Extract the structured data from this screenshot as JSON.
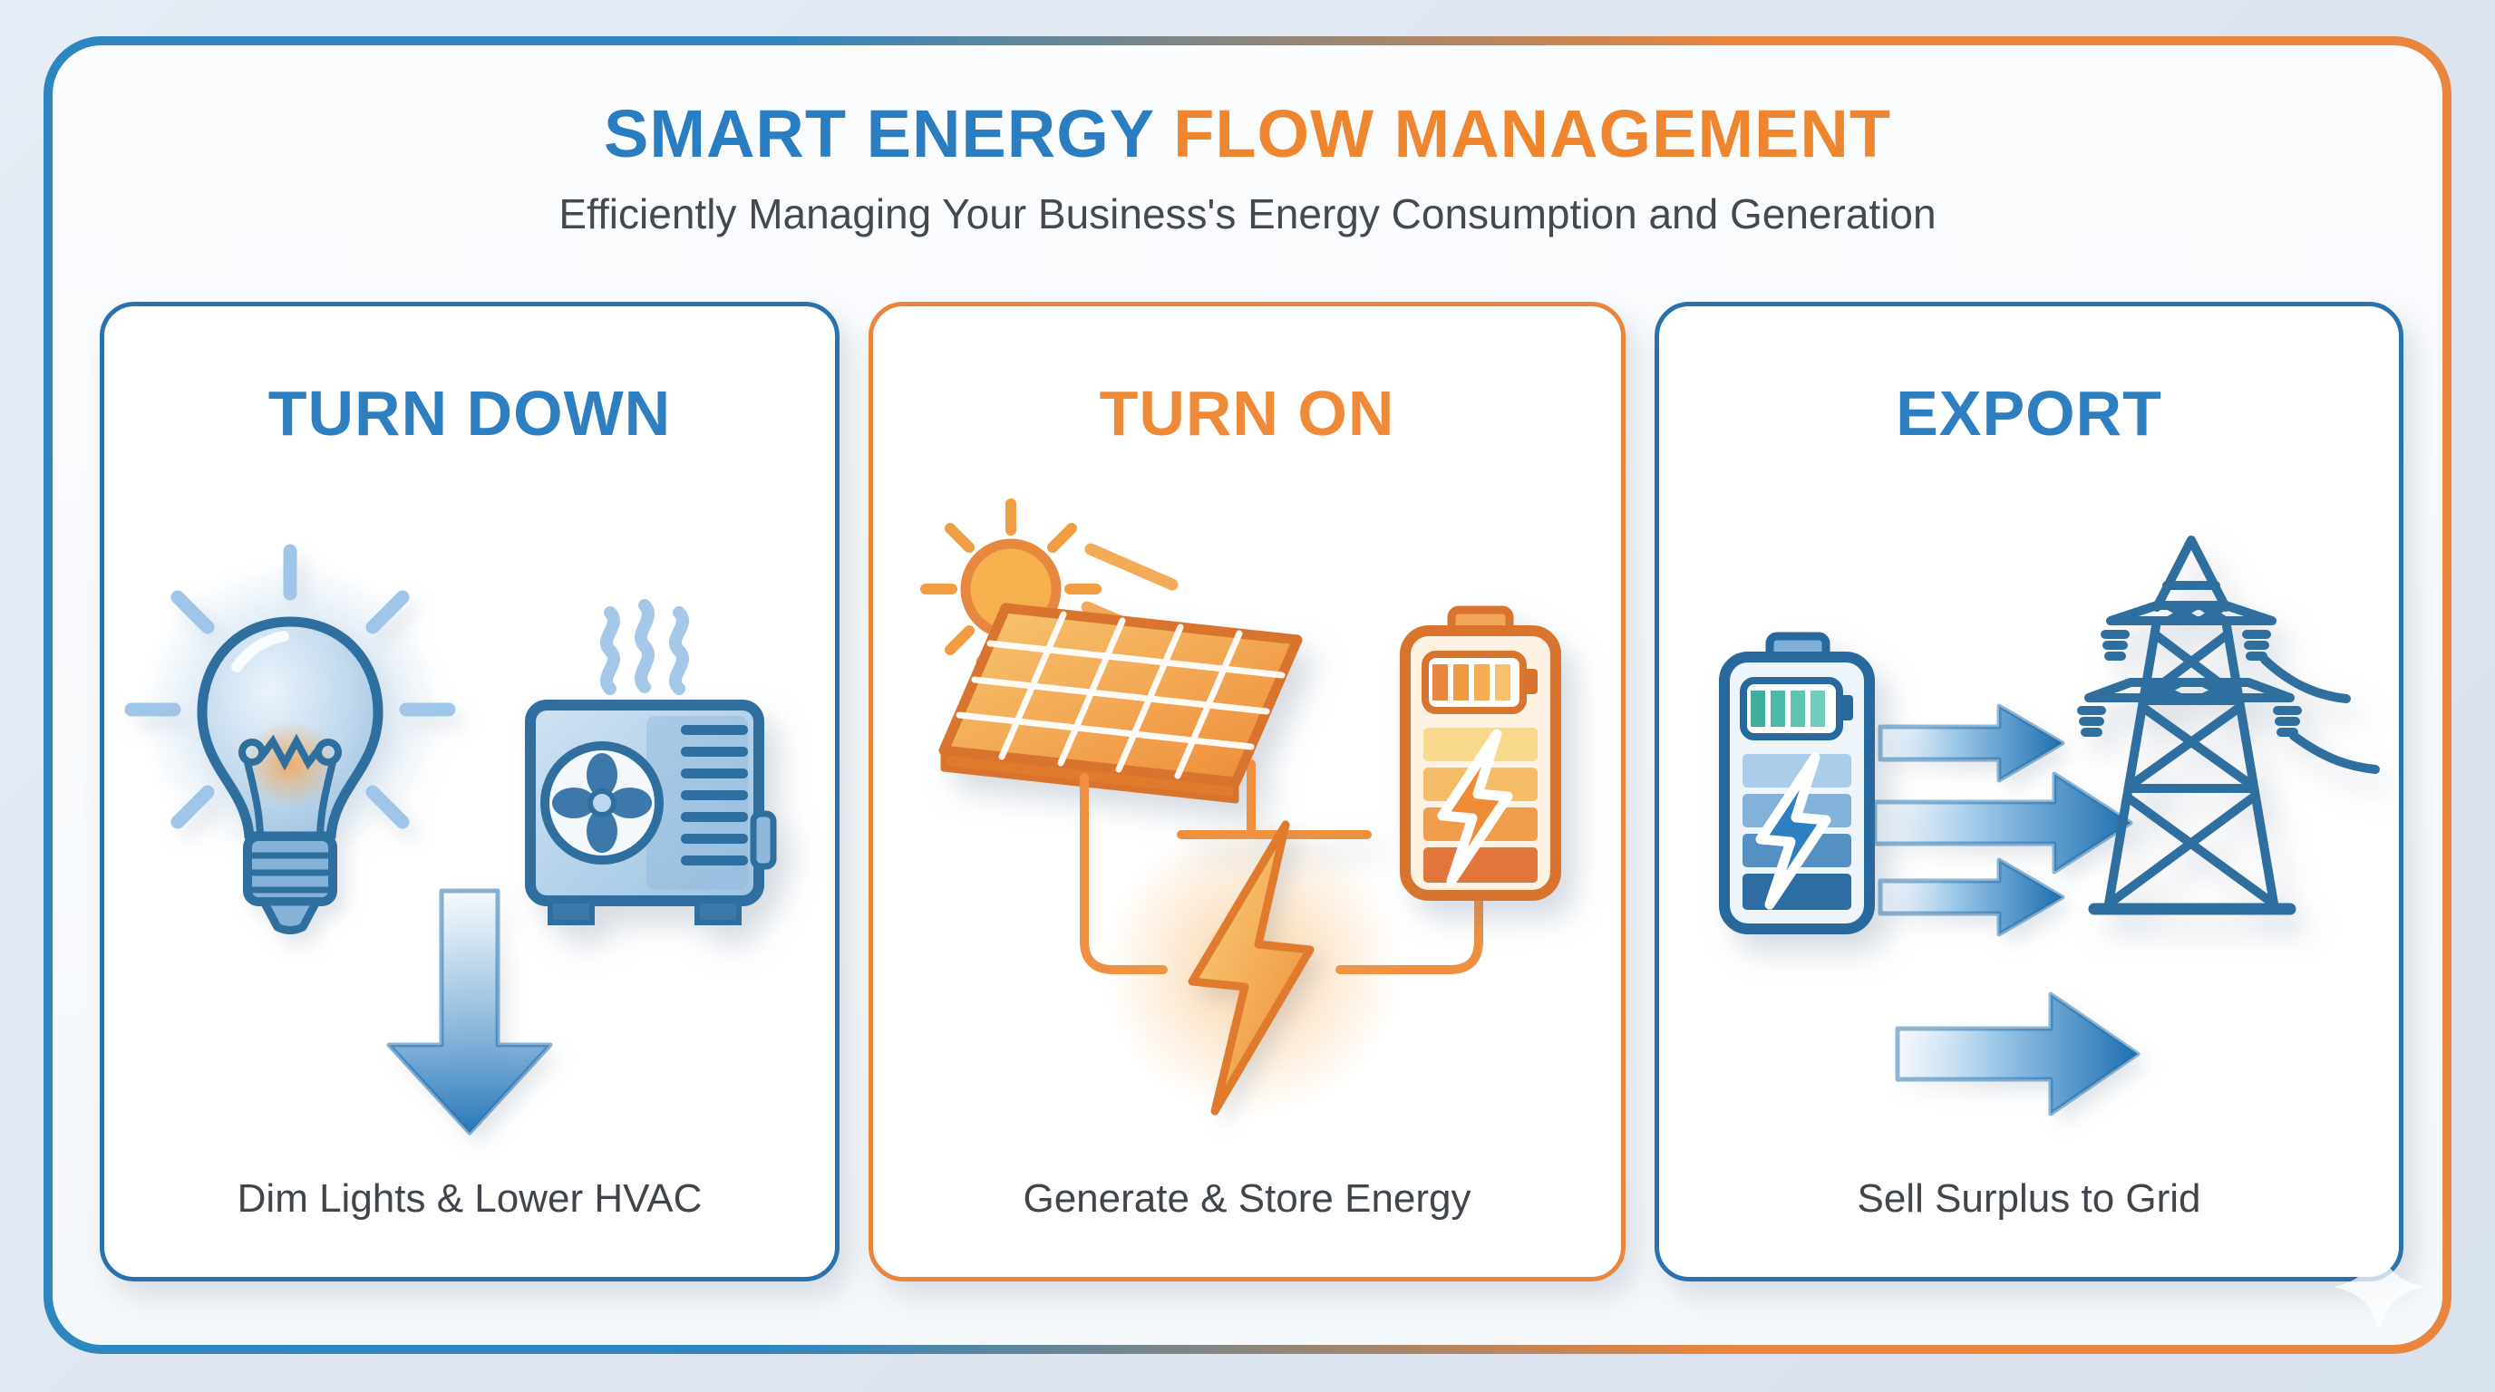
{
  "title": {
    "blue": "SMART ENERGY",
    "orange": "FLOW MANAGEMENT"
  },
  "subtitle": "Efficiently Managing Your Business's Energy Consumption and Generation",
  "cards": [
    {
      "id": "turn-down",
      "title": "TURN DOWN",
      "caption": "Dim Lights & Lower HVAC",
      "accent_color": "#2e7fc1",
      "icons": [
        "light-bulb-icon",
        "heat-waves-icon",
        "hvac-unit-icon",
        "down-arrow-icon"
      ]
    },
    {
      "id": "turn-on",
      "title": "TURN ON",
      "caption": "Generate & Store Energy",
      "accent_color": "#ee8a38",
      "icons": [
        "sun-icon",
        "solar-panel-icon",
        "circuit-wire-icon",
        "lightning-bolt-icon",
        "battery-charging-icon"
      ]
    },
    {
      "id": "export",
      "title": "EXPORT",
      "caption": "Sell Surplus to Grid",
      "accent_color": "#2e7fc1",
      "icons": [
        "battery-icon",
        "flow-arrows-icon",
        "transmission-tower-icon",
        "export-arrow-icon"
      ]
    }
  ],
  "colors": {
    "title_blue": "#2b7dc2",
    "title_orange": "#ee8630",
    "frame_blue": "#2e86c0",
    "frame_orange": "#e9853c",
    "card_border_blue": "#2a72ae",
    "card_border_orange": "#e9853c",
    "caption_text": "#3f454b",
    "page_background": "#dde5f0",
    "panel_background": "#f8fafc",
    "card_background": "#ffffff",
    "sparkle": "#ffffff"
  }
}
